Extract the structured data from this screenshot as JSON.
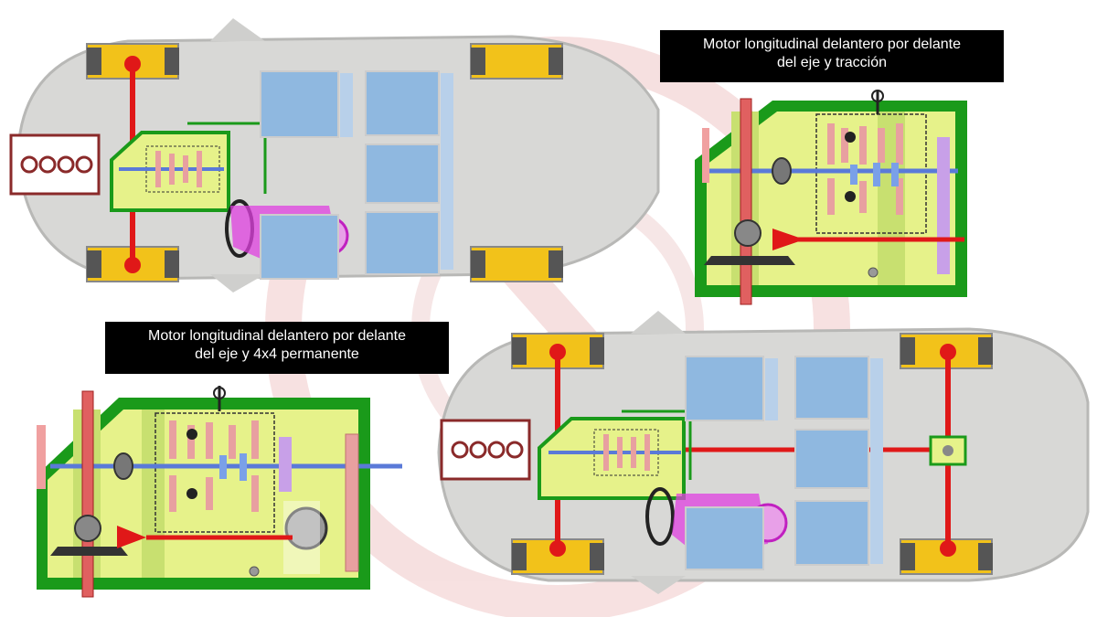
{
  "captions": {
    "fwd_traction": {
      "line1": "Motor longitudinal  delantero por delante",
      "line2": "del eje y tracción"
    },
    "permanent_4x4": {
      "line1": "Motor longitudinal  delantero por delante",
      "line2": "del eje y 4x4 permanente"
    }
  },
  "colors": {
    "car_body": "#d8d8d6",
    "car_outline": "#b8b8b6",
    "frame_green": "#1a9a1a",
    "gearbox_fill": "#e6f28a",
    "axle_red": "#e01818",
    "wheel_yellow": "#f2c21a",
    "seat_blue": "#8fb8e0",
    "engine_box": "#8a2a2a",
    "steering_magenta": "#e040e0",
    "shaft_blue": "#5a7ad8",
    "gear_pink": "#e8a0a0",
    "shaft_lilac": "#c8a0e8",
    "watermark": "#e8c8c8"
  },
  "icons": [
    "engine-cylinders-icon",
    "wheel-icon",
    "seat-icon",
    "steering-wheel-icon",
    "gear-icon",
    "differential-icon",
    "lever-icon"
  ]
}
